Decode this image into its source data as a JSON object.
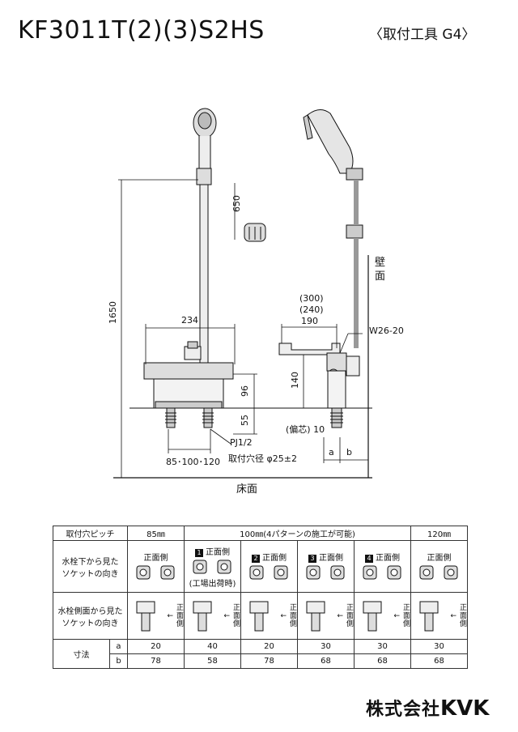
{
  "header": {
    "model": "KF3011T(2)(3)S2HS",
    "tools": "〈取付工具 G4〉"
  },
  "diagram": {
    "dim_650": "650",
    "dim_1650": "1650",
    "dim_234": "234",
    "dim_96": "96",
    "dim_55": "55",
    "dim_300": "(300)",
    "dim_240": "(240)",
    "dim_190": "190",
    "dim_140": "140",
    "dim_10": "(偏芯) 10",
    "dim_a": "a",
    "dim_b": "b",
    "w26": "W26-20",
    "pj": "PJ1/2",
    "hole": "取付穴径 φ25±2",
    "pitch": "85･100･120",
    "wall_1": "壁",
    "wall_2": "面",
    "floor": "床面"
  },
  "table": {
    "pitch_label": "取付穴ピッチ",
    "col_85": "85㎜",
    "col_100": "100㎜(4パターンの施工が可能)",
    "col_120": "120㎜",
    "row1_label_1": "水栓下から見た",
    "row1_label_2": "ソケットの向き",
    "front": "正面側",
    "n1": "1",
    "n2": "2",
    "n3": "3",
    "n4": "4",
    "factory": "(工場出荷時)",
    "row2_label_1": "水栓側面から見た",
    "row2_label_2": "ソケットの向き",
    "front_v1": "正",
    "front_v2": "面",
    "front_v3": "側",
    "size_label": "寸法",
    "a_label": "a",
    "b_label": "b",
    "a_values": [
      "20",
      "40",
      "20",
      "30",
      "30",
      "30"
    ],
    "b_values": [
      "78",
      "58",
      "78",
      "68",
      "68",
      "68"
    ]
  },
  "footer": {
    "company": "株式会社",
    "brand": "KVK"
  }
}
